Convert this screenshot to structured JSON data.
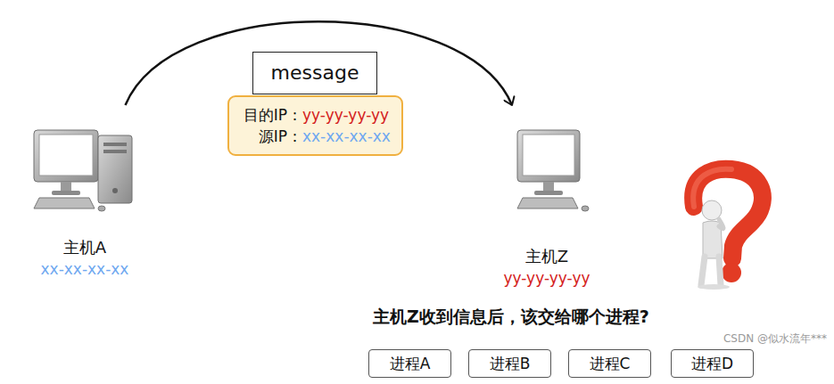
{
  "diagram": {
    "nodes": [
      {
        "text": [
          "主机A",
          "xx-xx-xx-xx"
        ]
      },
      {
        "text": [
          "message"
        ]
      },
      {
        "text": [
          "目的IP：",
          "yy-yy-yy-yy",
          "源IP：",
          "xx-xx-xx-xx"
        ]
      },
      {
        "text": [
          "主机Z",
          "yy-yy-yy-yy"
        ]
      },
      {
        "text": [
          "进程A"
        ]
      },
      {
        "text": [
          "进程B"
        ]
      },
      {
        "text": [
          "进程C"
        ]
      },
      {
        "text": [
          "进程D"
        ]
      }
    ],
    "edges": [
      {
        "from": 0,
        "to": 3,
        "arrow": "to"
      }
    ],
    "labels": [
      "主机Z收到信息后，该交给哪个进程?",
      "CSDN @似水流年***"
    ]
  }
}
